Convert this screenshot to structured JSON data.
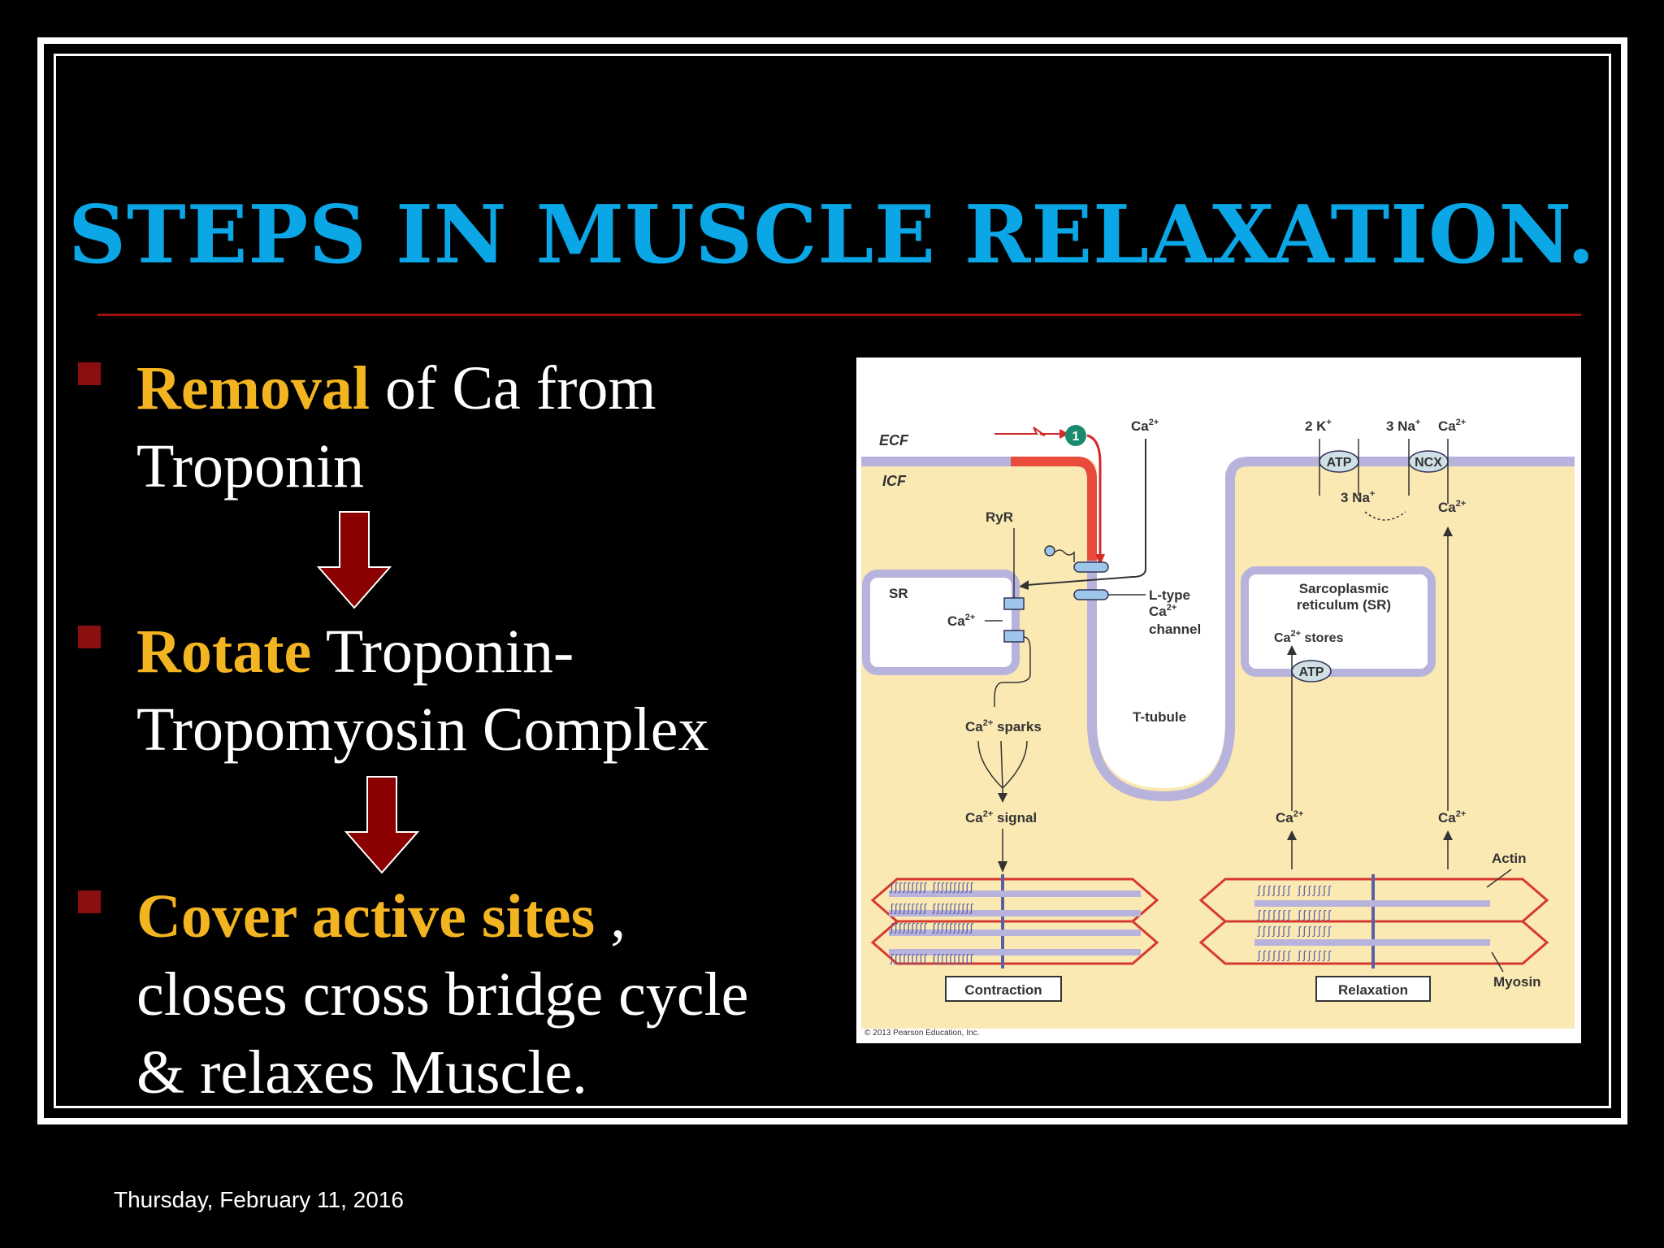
{
  "slide": {
    "title": "STEPS IN MUSCLE RELAXATION.",
    "footer_date": "Thursday, February 11, 2016"
  },
  "bullets": [
    {
      "highlight": "Removal",
      "line1_rest": " of Ca from",
      "line2": "Troponin"
    },
    {
      "highlight": "Rotate",
      "line1_rest": " Troponin-",
      "line2": "Tropomyosin Complex"
    },
    {
      "highlight": "Cover active sites",
      "line1_rest": " ,",
      "line2": "closes cross bridge cycle",
      "line3": "& relaxes Muscle."
    }
  ],
  "figure": {
    "ecf": "ECF",
    "icf": "ICF",
    "step_number": "1",
    "ca_top": "Ca",
    "ca_sup": "2+",
    "k_label": "2 K",
    "k_sup": "+",
    "na_label": "3 Na",
    "na_sup": "+",
    "na_inner": "3 Na",
    "atp": "ATP",
    "ncx": "NCX",
    "ryr": "RyR",
    "sr": "SR",
    "ltype_1": "L-type",
    "ltype_2": "Ca",
    "ltype_3": "channel",
    "sr_title_1": "Sarcoplasmic",
    "sr_title_2": "reticulum (SR)",
    "ca_stores": " stores",
    "ttubule": "T-tubule",
    "ca_sparks": " sparks",
    "ca_signal": " signal",
    "actin": "Actin",
    "myosin": "Myosin",
    "contraction": "Contraction",
    "relaxation": "Relaxation",
    "copyright": "© 2013 Pearson Education, Inc."
  },
  "colors": {
    "title": "#0aa6e6",
    "highlight": "#f3b421",
    "rule": "#a3110f",
    "arrow": "#8b0000",
    "figure_bg": "#fbe9b4",
    "membrane": "#b7b3dc"
  }
}
